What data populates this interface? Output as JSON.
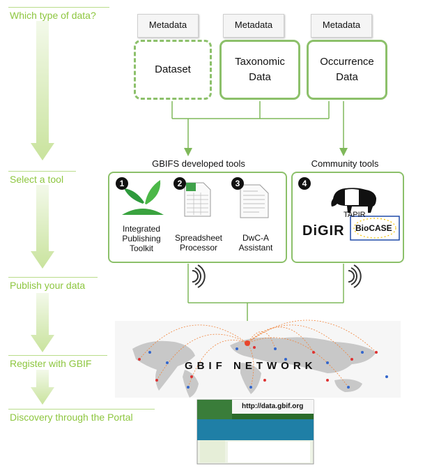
{
  "stages": [
    {
      "label": "Which type of data?"
    },
    {
      "label": "Select a tool"
    },
    {
      "label": "Publish your data"
    },
    {
      "label": "Register with GBIF"
    },
    {
      "label": "Discovery through the Portal"
    }
  ],
  "data_types": [
    {
      "metadata": "Metadata",
      "label": "Dataset",
      "style": "dashed"
    },
    {
      "metadata": "Metadata",
      "label": "Taxonomic\nData",
      "style": "solid"
    },
    {
      "metadata": "Metadata",
      "label": "Occurrence\nData",
      "style": "solid"
    }
  ],
  "groups": {
    "gbif": {
      "label": "GBIFS developed tools",
      "tools": [
        {
          "number": "1",
          "label": "Integrated\nPublishing\nToolkit"
        },
        {
          "number": "2",
          "label": "Spreadsheet\nProcessor"
        },
        {
          "number": "3",
          "label": "DwC-A\nAssistant"
        }
      ]
    },
    "community": {
      "label": "Community tools",
      "number": "4",
      "tapir": "TAPIR",
      "digir": "DiGIR",
      "biocase": "BioCASE"
    }
  },
  "network": {
    "label": "GBIF NETWORK"
  },
  "portal": {
    "url": "http://data.gbif.org"
  },
  "colors": {
    "accent": "#8dc63f",
    "box_border": "#8cc06a",
    "arrow": "#7fb85a"
  }
}
